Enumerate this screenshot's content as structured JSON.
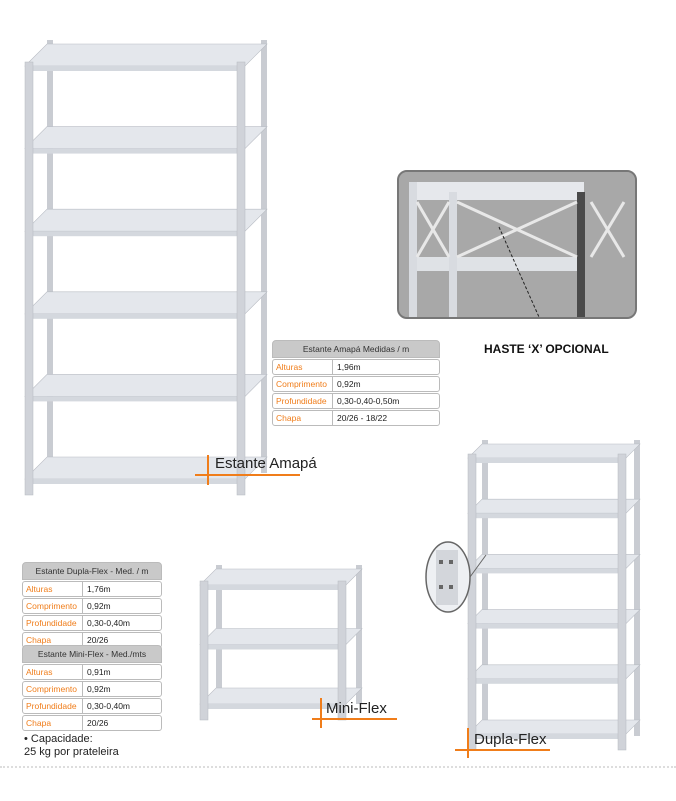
{
  "products": {
    "amapa": {
      "label": "Estante Amapá",
      "table": {
        "title": "Estante Amapá Medidas / m",
        "rows": [
          {
            "k": "Alturas",
            "v": "1,96m"
          },
          {
            "k": "Comprimento",
            "v": "0,92m"
          },
          {
            "k": "Profundidade",
            "v": "0,30-0,40-0,50m"
          },
          {
            "k": "Chapa",
            "v": "20/26 - 18/22"
          }
        ]
      }
    },
    "dupla": {
      "label": "Dupla-Flex",
      "table": {
        "title": "Estante Dupla-Flex - Med. / m",
        "rows": [
          {
            "k": "Alturas",
            "v": "1,76m"
          },
          {
            "k": "Comprimento",
            "v": "0,92m"
          },
          {
            "k": "Profundidade",
            "v": "0,30-0,40m"
          },
          {
            "k": "Chapa",
            "v": "20/26"
          }
        ]
      }
    },
    "mini": {
      "label": "Mini-Flex",
      "table": {
        "title": "Estante Mini-Flex - Med./mts",
        "rows": [
          {
            "k": "Alturas",
            "v": "0,91m"
          },
          {
            "k": "Comprimento",
            "v": "0,92m"
          },
          {
            "k": "Profundidade",
            "v": "0,30-0,40m"
          },
          {
            "k": "Chapa",
            "v": "20/26"
          }
        ]
      }
    }
  },
  "haste_label": "HASTE ‘X’ OPCIONAL",
  "capacity": {
    "line1": "• Capacidade:",
    "line2": "25 kg por prateleira"
  },
  "colors": {
    "accent": "#f07d1a",
    "shelf": "#e4e7ec",
    "post": "#c9ccd2"
  }
}
